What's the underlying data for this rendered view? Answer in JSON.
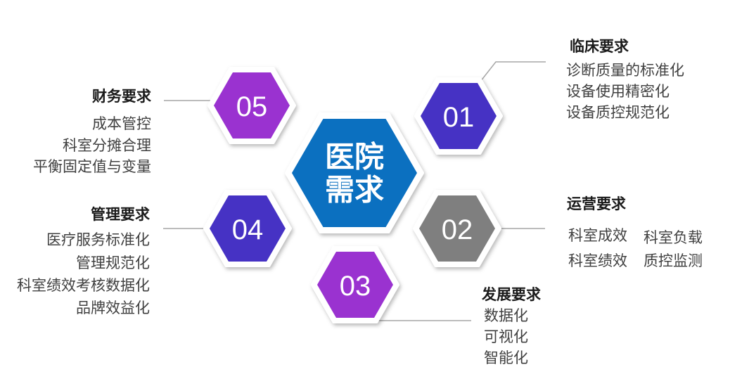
{
  "center": {
    "line1": "医院",
    "line2": "需求",
    "color": "#0b70c0"
  },
  "colors": {
    "connector": "#a6a6a6",
    "heading_text": "#1a1a1a",
    "body_text": "#404040",
    "hex_border": "#ffffff"
  },
  "hexagons": [
    {
      "number": "01",
      "color": "#4632c4"
    },
    {
      "number": "02",
      "color": "#7f7f7f"
    },
    {
      "number": "03",
      "color": "#9a32d0"
    },
    {
      "number": "04",
      "color": "#4632c4"
    },
    {
      "number": "05",
      "color": "#9a32d0"
    }
  ],
  "sections": {
    "clinical": {
      "title": "临床要求",
      "items": [
        "诊断质量的标准化",
        "设备使用精密化",
        "设备质控规范化"
      ]
    },
    "operations": {
      "title": "运营要求",
      "items": [
        "科室成效",
        "科室负载",
        "科室绩效",
        "质控监测"
      ]
    },
    "development": {
      "title": "发展要求",
      "items": [
        "数据化",
        "可视化",
        "智能化"
      ]
    },
    "management": {
      "title": "管理要求",
      "items": [
        "医疗服务标准化",
        "管理规范化",
        "科室绩效考核数据化",
        "品牌效益化"
      ]
    },
    "finance": {
      "title": "财务要求",
      "items": [
        "成本管控",
        "科室分摊合理",
        "平衡固定值与变量"
      ]
    }
  }
}
